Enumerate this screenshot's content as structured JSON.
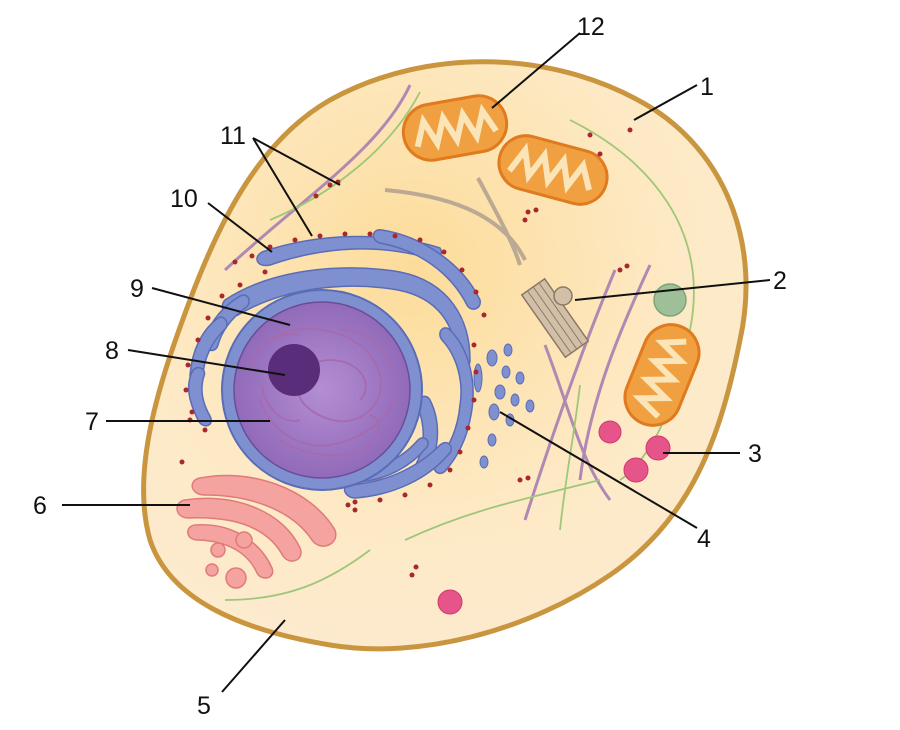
{
  "labels": [
    {
      "id": "1",
      "text": "1"
    },
    {
      "id": "2",
      "text": "2"
    },
    {
      "id": "3",
      "text": "3"
    },
    {
      "id": "4",
      "text": "4"
    },
    {
      "id": "5",
      "text": "5"
    },
    {
      "id": "6",
      "text": "6"
    },
    {
      "id": "7",
      "text": "7"
    },
    {
      "id": "8",
      "text": "8"
    },
    {
      "id": "9",
      "text": "9"
    },
    {
      "id": "10",
      "text": "10"
    },
    {
      "id": "11",
      "text": "11"
    },
    {
      "id": "12",
      "text": "12"
    }
  ],
  "colors": {
    "cytoplasm": "#fde6b8",
    "membrane": "#c9963f",
    "nucleus": "#7a4f9e",
    "nucleolus": "#5a2d7a",
    "er": "#6f7fc4",
    "ribosome": "#a8282e",
    "golgi": "#f4a3a0",
    "mitochondrion": "#f0a040",
    "lysosome": "#e5558a",
    "vacuole": "#9fbf98",
    "cytoskeleton_purple": "#a77aa8",
    "cytoskeleton_green": "#8fbf6a",
    "centriole": "#bca994"
  }
}
